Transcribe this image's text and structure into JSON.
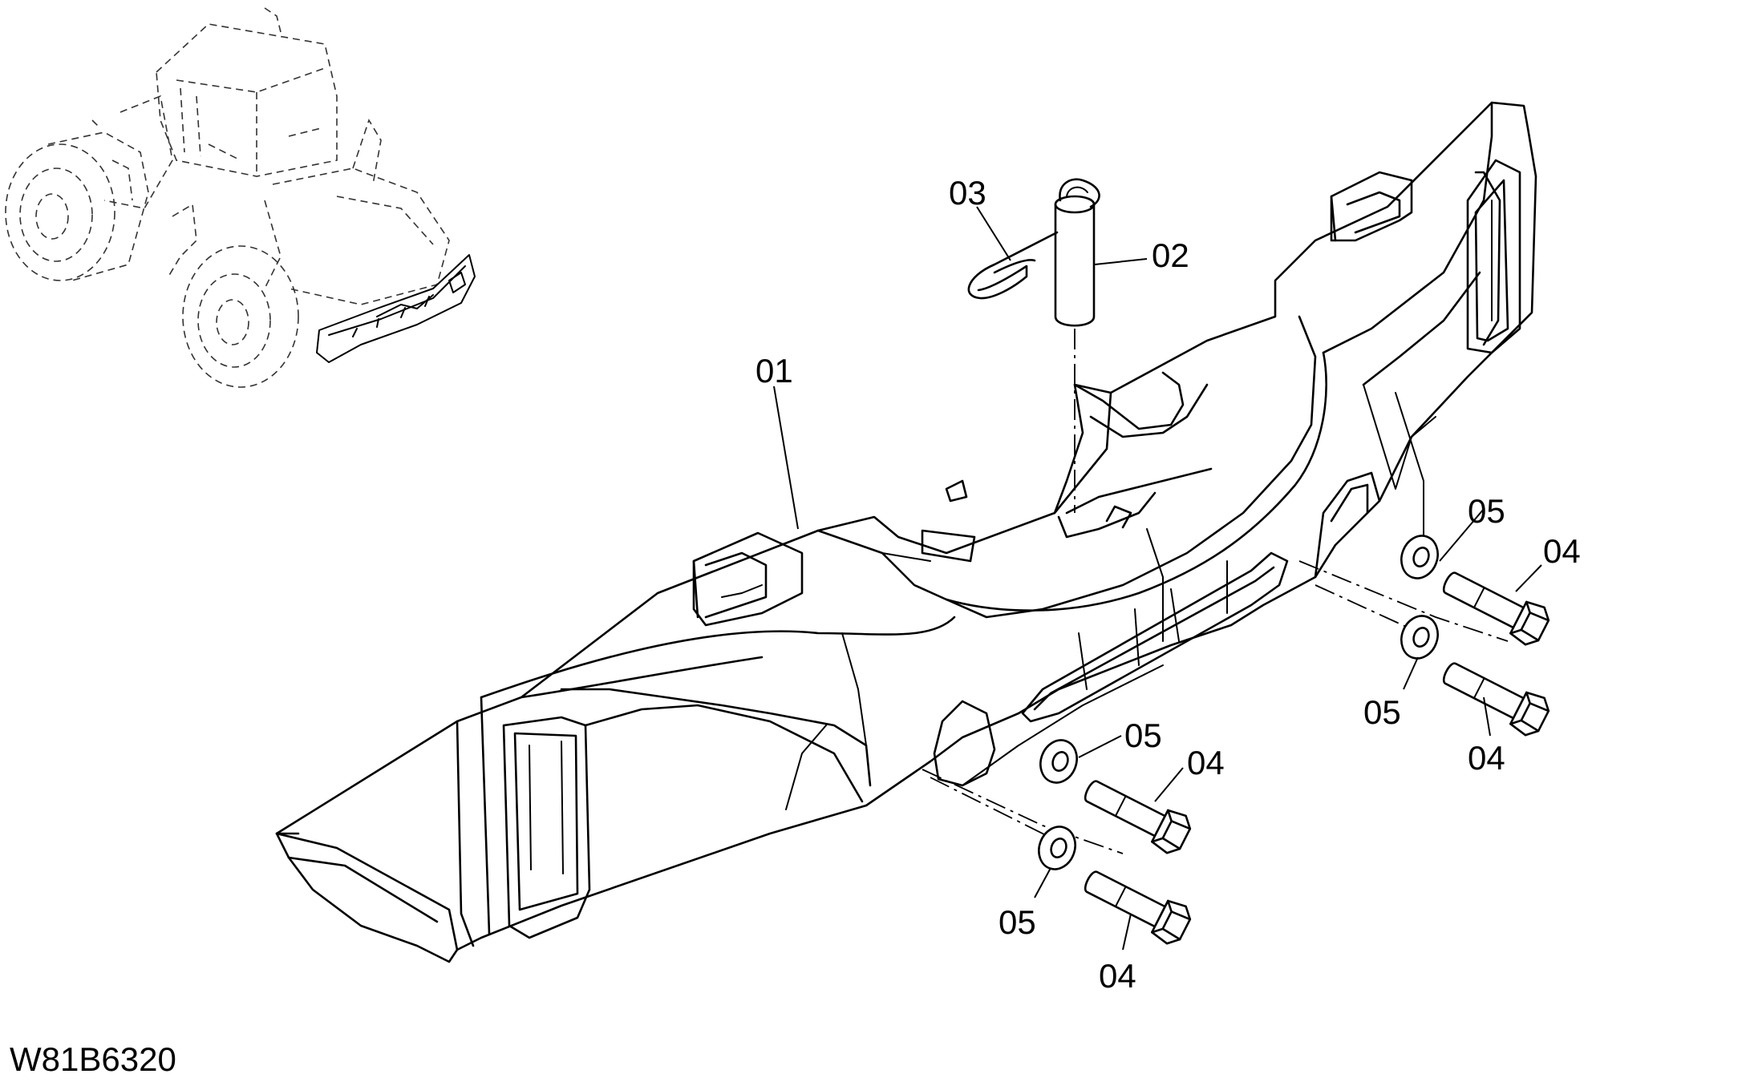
{
  "drawing_code": "W81B6320",
  "callouts": {
    "counterweight": "01",
    "pin": "02",
    "clip": "03",
    "bolt_upper_1": "04",
    "bolt_upper_2": "04",
    "bolt_lower_1": "04",
    "bolt_lower_2": "04",
    "washer_upper_1": "05",
    "washer_upper_2": "05",
    "washer_lower_1": "05",
    "washer_lower_2": "05"
  }
}
